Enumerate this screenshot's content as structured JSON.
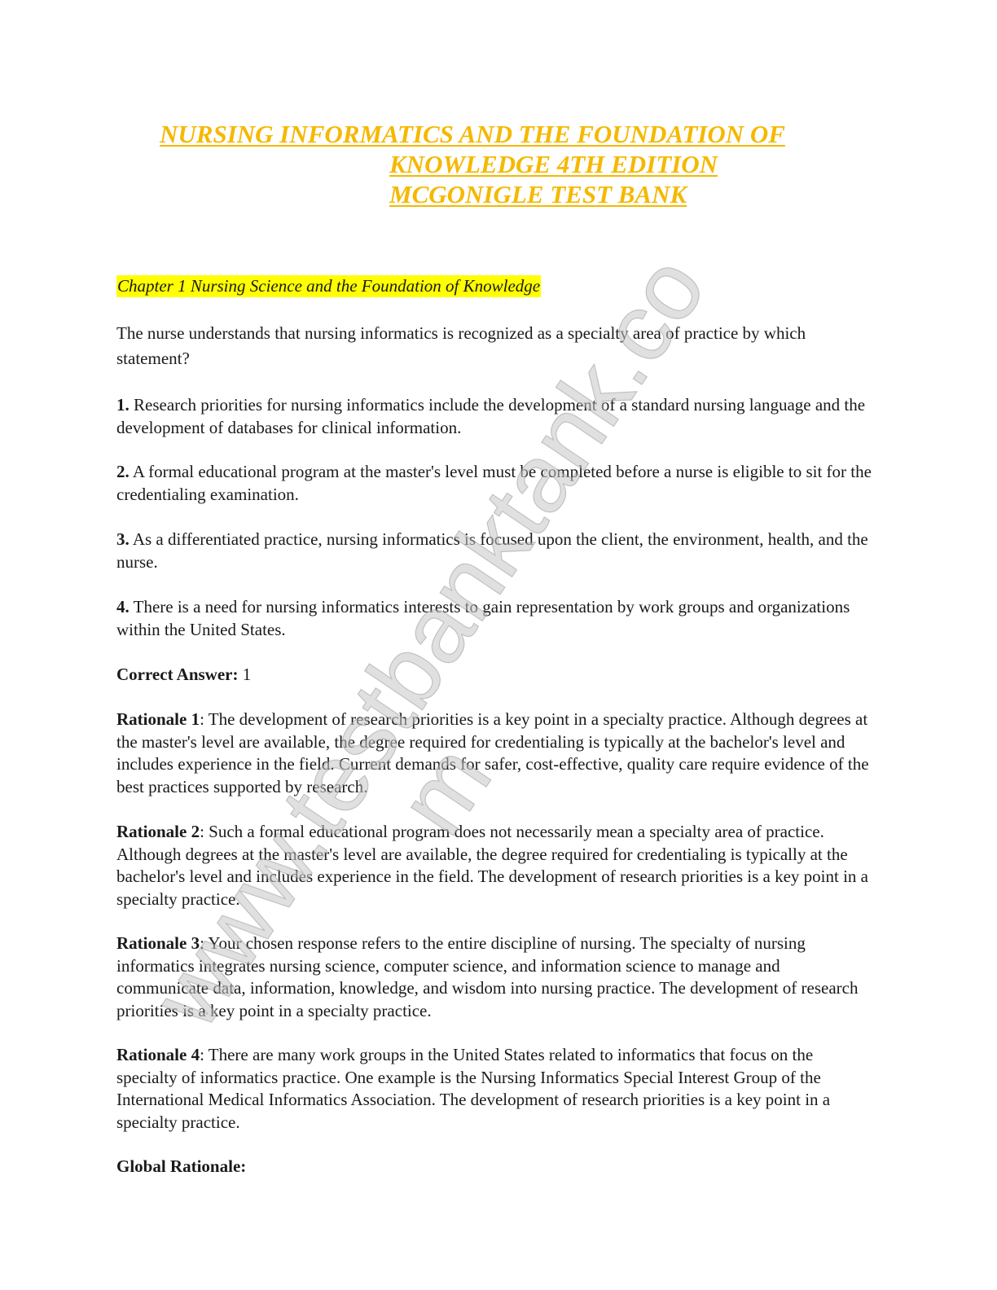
{
  "title": {
    "line1": "NURSING INFORMATICS AND THE FOUNDATION OF ",
    "line2": "KNOWLEDGE 4TH EDITION",
    "line3": "MCGONIGLE TEST BANK"
  },
  "chapter_heading": "Chapter 1 Nursing Science and the Foundation of Knowledge",
  "question": {
    "stem": "The nurse understands that nursing informatics is recognized as a specialty area of practice by which statement?",
    "options": [
      {
        "number": "1.",
        "text": " Research priorities for nursing informatics include the development of a standard nursing language and the development of databases for clinical information."
      },
      {
        "number": "2.",
        "text": " A formal educational program at the master's level must be completed before a nurse is eligible to sit for the credentialing examination."
      },
      {
        "number": "3.",
        "text": " As a differentiated practice, nursing informatics is focused upon the client, the environment, health, and the nurse."
      },
      {
        "number": "4.",
        "text": " There is a need for nursing informatics interests to gain representation by work groups and organizations within the United States."
      }
    ],
    "correct_answer_label": "Correct Answer:",
    "correct_answer_value": " 1",
    "rationales": [
      {
        "label": "Rationale 1",
        "text": ": The development of research priorities is a key point in a specialty practice. Although degrees at the master's level are available, the degree required for credentialing is typically at the bachelor's level and includes experience in the field. Current demands for safer, cost-effective, quality care require evidence of the best practices supported by research."
      },
      {
        "label": "Rationale 2",
        "text": ": Such a formal educational program does not necessarily mean a specialty area of practice. Although degrees at the master's level are available, the degree required for credentialing is typically at the bachelor's level and includes experience in the field. The development of research priorities is a key point in a specialty practice."
      },
      {
        "label": "Rationale 3",
        "text": ": Your chosen response refers to the entire discipline of nursing. The specialty of nursing informatics integrates nursing science, computer science, and information science to manage and communicate data, information, knowledge, and wisdom into nursing practice. The development of research priorities is a key point in a specialty practice."
      },
      {
        "label": "Rationale 4",
        "text": ": There are many work groups in the United States related to informatics that focus on the specialty of informatics practice. One example is the Nursing Informatics Special Interest Group of the International Medical Informatics Association. The development of research priorities is a key point in a specialty practice."
      }
    ],
    "global_rationale_label": "Global Rationale:"
  },
  "watermark": {
    "line1": "www.testbanktank.co",
    "line2": "m"
  },
  "colors": {
    "title": "#f5b800",
    "highlight": "#ffff00",
    "watermark": "#c8c8c8"
  }
}
